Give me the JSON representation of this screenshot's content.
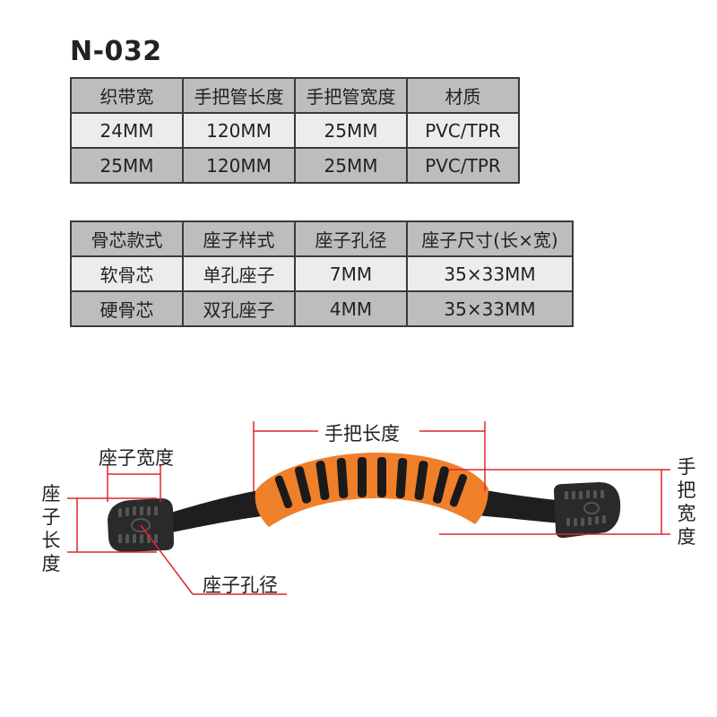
{
  "model": "N-032",
  "table1": {
    "headers": [
      "织带宽",
      "手把管长度",
      "手把管宽度",
      "材质"
    ],
    "rows": [
      [
        "24MM",
        "120MM",
        "25MM",
        "PVC/TPR"
      ],
      [
        "25MM",
        "120MM",
        "25MM",
        "PVC/TPR"
      ]
    ]
  },
  "table2": {
    "headers": [
      "骨芯款式",
      "座子样式",
      "座子孔径",
      "座子尺寸(长×宽)"
    ],
    "rows": [
      [
        "软骨芯",
        "单孔座子",
        "7MM",
        "35×33MM"
      ],
      [
        "硬骨芯",
        "双孔座子",
        "4MM",
        "35×33MM"
      ]
    ]
  },
  "diagram": {
    "handle_length": "手把长度",
    "seat_width": "座子宽度",
    "seat_length": "座子长度",
    "handle_width": "手把宽度",
    "seat_hole": "座子孔径"
  },
  "colors": {
    "handle": "#f07f2a",
    "strap": "#1e1e1e",
    "seat": "#2a2a2a",
    "dimension_line": "#e0262c",
    "table_header": "#bdbdbd",
    "table_light": "#ececec"
  }
}
